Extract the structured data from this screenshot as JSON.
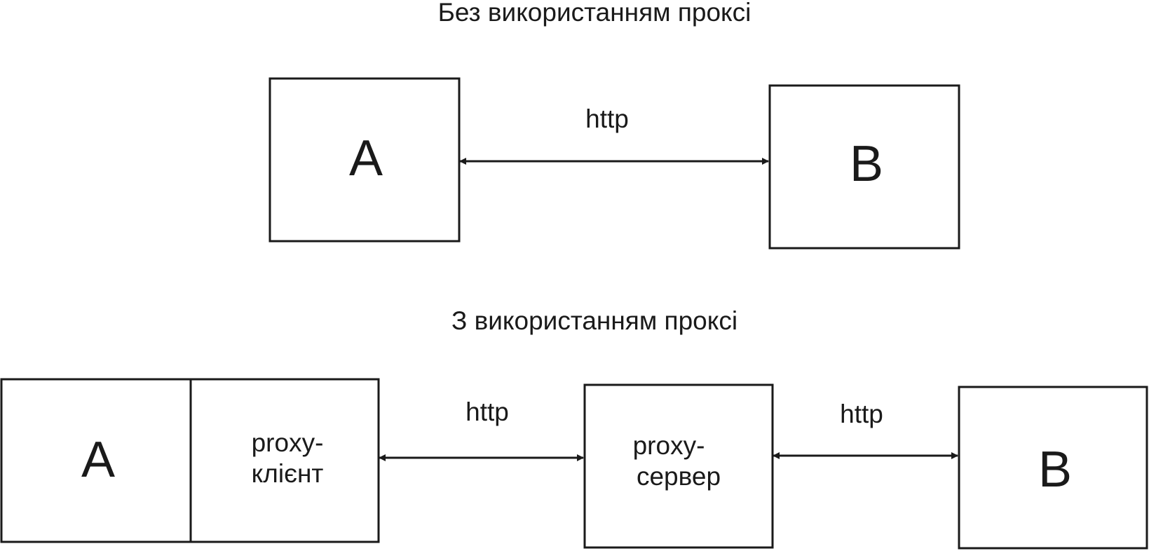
{
  "top_section": {
    "title": "Без використанням проксі",
    "node_a": "A",
    "node_b": "B",
    "link_label": "http"
  },
  "bottom_section": {
    "title": "З використанням проксі",
    "node_a": "A",
    "proxy_client": {
      "line1": "proxy-",
      "line2": "клієнт"
    },
    "proxy_server": {
      "line1": "proxy-",
      "line2": "сервер"
    },
    "node_b": "B",
    "link1_label": "http",
    "link2_label": "http"
  },
  "colors": {
    "stroke": "#1a1a1a",
    "background": "#ffffff"
  }
}
